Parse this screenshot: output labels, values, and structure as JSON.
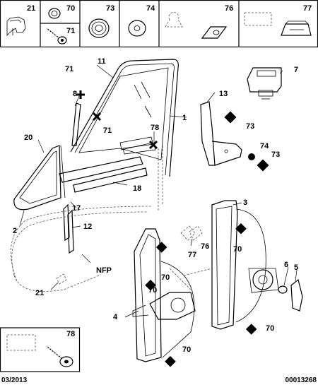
{
  "header_parts": [
    {
      "ref": "21"
    },
    {
      "ref": "70"
    },
    {
      "ref": "71"
    },
    {
      "ref": "73"
    },
    {
      "ref": "74"
    },
    {
      "ref": "76"
    },
    {
      "ref": "77"
    }
  ],
  "callouts": {
    "c1": "1",
    "c2": "2",
    "c3": "3",
    "c4": "4",
    "c5": "5",
    "c6": "6",
    "c7": "7",
    "c8": "8",
    "c11": "11",
    "c12": "12",
    "c13": "13",
    "c17": "17",
    "c18": "18",
    "c20": "20",
    "c21": "21",
    "c70a": "70",
    "c70b": "70",
    "c70c": "70",
    "c70d": "70",
    "c70e": "70",
    "c71a": "71",
    "c71b": "71",
    "c73a": "73",
    "c73b": "73",
    "c74": "74",
    "c76": "76",
    "c77": "77",
    "c78": "78",
    "cnfp": "NFP"
  },
  "inset": {
    "ref": "78"
  },
  "footer": {
    "date": "03/2013",
    "code": "00013268"
  }
}
